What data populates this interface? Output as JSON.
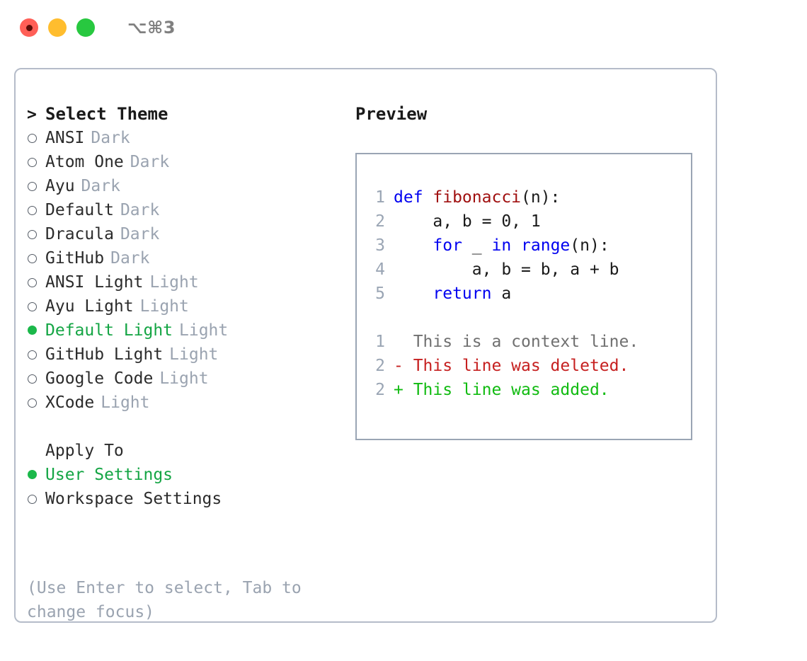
{
  "titlebar": {
    "shortcut": "⌥⌘3",
    "buttons": [
      {
        "name": "close",
        "color": "#ff5f57"
      },
      {
        "name": "minimize",
        "color": "#ffbd2e"
      },
      {
        "name": "maximize",
        "color": "#28c840"
      }
    ]
  },
  "theme_picker": {
    "header": "> Select Theme",
    "header_prompt": ">",
    "header_text": "Select Theme",
    "items": [
      {
        "marker": "o",
        "name": "ANSI",
        "category": "Dark",
        "selected": false
      },
      {
        "marker": "o",
        "name": "Atom One",
        "category": "Dark",
        "selected": false
      },
      {
        "marker": "o",
        "name": "Ayu",
        "category": "Dark",
        "selected": false
      },
      {
        "marker": "o",
        "name": "Default",
        "category": "Dark",
        "selected": false
      },
      {
        "marker": "o",
        "name": "Dracula",
        "category": "Dark",
        "selected": false
      },
      {
        "marker": "o",
        "name": "GitHub",
        "category": "Dark",
        "selected": false
      },
      {
        "marker": "o",
        "name": "ANSI Light",
        "category": "Light",
        "selected": false
      },
      {
        "marker": "o",
        "name": "Ayu Light",
        "category": "Light",
        "selected": false
      },
      {
        "marker": "●",
        "name": "Default Light",
        "category": "Light",
        "selected": true
      },
      {
        "marker": "o",
        "name": "GitHub Light",
        "category": "Light",
        "selected": false
      },
      {
        "marker": "o",
        "name": "Google Code",
        "category": "Light",
        "selected": false
      },
      {
        "marker": "o",
        "name": "XCode",
        "category": "Light",
        "selected": false
      }
    ]
  },
  "apply_to": {
    "label": "Apply To",
    "options": [
      {
        "marker": "●",
        "label": "User Settings",
        "selected": true
      },
      {
        "marker": "o",
        "label": "Workspace Settings",
        "selected": false
      }
    ]
  },
  "hint": "(Use Enter to select, Tab to change focus)",
  "preview": {
    "title": "Preview",
    "code_lines": [
      {
        "no": "1",
        "tokens": [
          {
            "t": "def ",
            "c": "kw"
          },
          {
            "t": "fibonacci",
            "c": "fn"
          },
          {
            "t": "(n):",
            "c": "plain"
          }
        ]
      },
      {
        "no": "2",
        "tokens": [
          {
            "t": "    a, b = 0, 1",
            "c": "plain"
          }
        ]
      },
      {
        "no": "3",
        "tokens": [
          {
            "t": "    ",
            "c": "plain"
          },
          {
            "t": "for",
            "c": "kw"
          },
          {
            "t": " _ ",
            "c": "plain"
          },
          {
            "t": "in",
            "c": "kw"
          },
          {
            "t": " ",
            "c": "plain"
          },
          {
            "t": "range",
            "c": "kw"
          },
          {
            "t": "(n):",
            "c": "plain"
          }
        ]
      },
      {
        "no": "4",
        "tokens": [
          {
            "t": "        a, b = b, a + b",
            "c": "plain"
          }
        ]
      },
      {
        "no": "5",
        "tokens": [
          {
            "t": "    ",
            "c": "plain"
          },
          {
            "t": "return",
            "c": "kw"
          },
          {
            "t": " a",
            "c": "plain"
          }
        ]
      }
    ],
    "diff_lines": [
      {
        "no": "1",
        "tokens": [
          {
            "t": "  This is a context line.",
            "c": "ctx"
          }
        ]
      },
      {
        "no": "2",
        "tokens": [
          {
            "t": "- This line was deleted.",
            "c": "del"
          }
        ]
      },
      {
        "no": "2",
        "tokens": [
          {
            "t": "+ This line was added.",
            "c": "add"
          }
        ]
      }
    ]
  },
  "colors": {
    "selected_green": "#14a544",
    "radio_green": "#1bb84a",
    "muted": "#9aa3b0",
    "border": "#b5bcc9",
    "preview_border": "#9aa5b4",
    "keyword_blue": "#0000f0",
    "function_red": "#a01010",
    "diff_del": "#c62020",
    "diff_add": "#11bb11"
  }
}
